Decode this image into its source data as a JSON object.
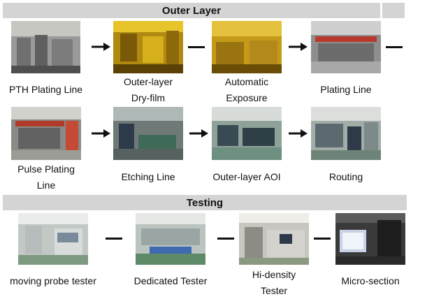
{
  "sections": {
    "outer_layer": "Outer Layer",
    "testing": "Testing"
  },
  "row1": {
    "pth_plating_line": "PTH Plating Line",
    "outer_layer_dryfilm_1": "Outer-layer",
    "outer_layer_dryfilm_2": "Dry-film",
    "automatic_exposure_1": "Automatic",
    "automatic_exposure_2": "Exposure",
    "plating_line": "Plating Line"
  },
  "row2": {
    "pulse_plating_line_1": "Pulse Plating",
    "pulse_plating_line_2": "Line",
    "etching_line": "Etching Line",
    "outer_layer_aoi": "Outer-layer AOI",
    "routing": "Routing"
  },
  "row3": {
    "moving_probe_tester": "moving probe tester",
    "dedicated_tester": "Dedicated Tester",
    "hi_density_tester_1": "Hi-density",
    "hi_density_tester_2": "Tester",
    "micro_section": "Micro-section"
  }
}
